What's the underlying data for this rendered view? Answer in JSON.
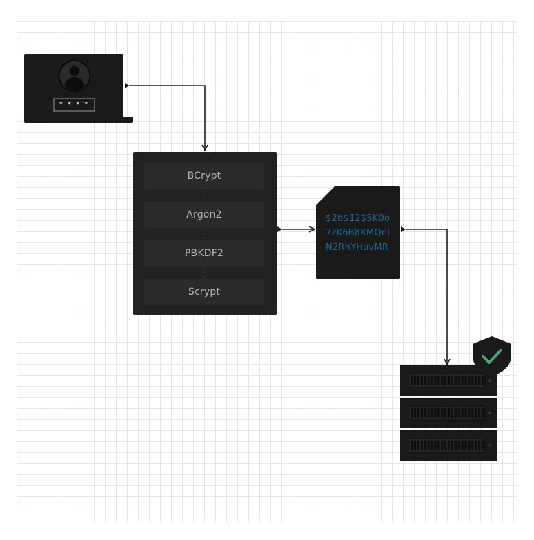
{
  "pin_mask": "* * * *",
  "algorithms": [
    {
      "label": "BCrypt"
    },
    {
      "label": "Argon2"
    },
    {
      "label": "PBKDF2"
    },
    {
      "label": "Scrypt"
    }
  ],
  "hash": {
    "lines": [
      "$2b$12$5K0o",
      "7zK6B8KMQnl",
      "N2RhYHuvMR"
    ]
  },
  "colors": {
    "dark": "#1a1a1a",
    "panel": "#222222",
    "box": "#2b2b2b",
    "hash_text": "#1e6a93",
    "check": "#4aa56f"
  },
  "icons": {
    "user": "user-avatar-icon",
    "shield": "shield-check-icon",
    "server": "server-rack-icon"
  }
}
